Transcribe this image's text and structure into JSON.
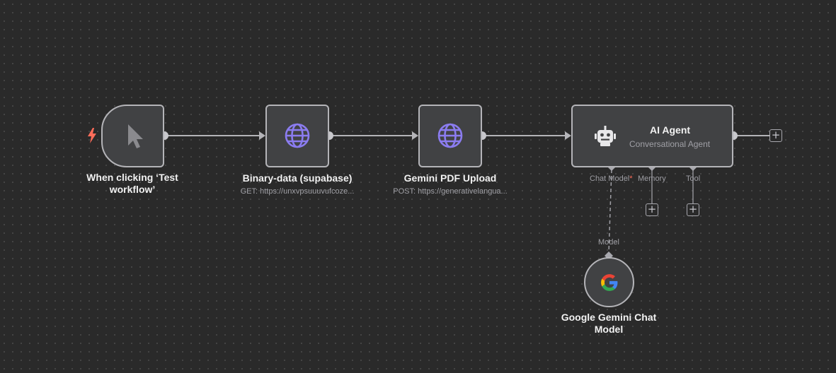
{
  "canvas": {
    "background": "#2a2a2a",
    "node_fill": "#414244",
    "node_border": "#b4b4b8",
    "accent_globe": "#8b7cf0",
    "trigger_color": "#ff6d5a"
  },
  "nodes": {
    "trigger": {
      "label": "When clicking ‘Test workflow’",
      "icon": "mouse-pointer-icon",
      "badge_icon": "lightning-bolt-icon"
    },
    "binary": {
      "label": "Binary-data (supabase)",
      "subtitle": "GET: https://unxvpsuuuvufcoze...",
      "icon": "globe-icon"
    },
    "gemini_upload": {
      "label": "Gemini PDF Upload",
      "subtitle": "POST: https://generativelangua...",
      "icon": "globe-icon"
    },
    "agent": {
      "title": "AI Agent",
      "subtitle": "Conversational Agent",
      "icon": "robot-icon",
      "ports": {
        "chat_model": "Chat Model",
        "required_mark": "*",
        "memory": "Memory",
        "tool": "Tool"
      }
    },
    "gemini_model": {
      "label": "Google Gemini Chat Model",
      "port_label": "Model",
      "icon": "google-g-icon"
    }
  },
  "add_buttons": {
    "symbol": "+"
  }
}
